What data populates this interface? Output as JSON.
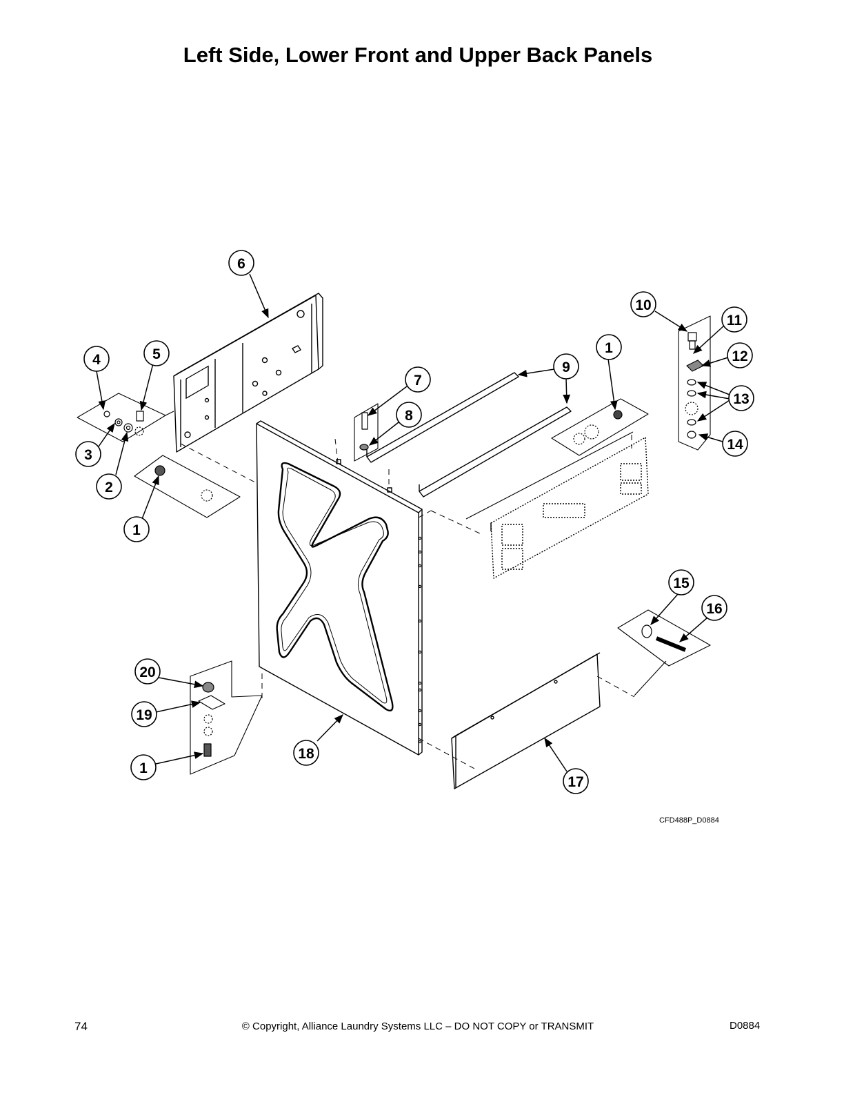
{
  "page": {
    "title": "Left Side, Lower Front and Upper Back Panels",
    "page_number": "74",
    "copyright": "© Copyright, Alliance Laundry Systems LLC – DO NOT COPY or TRANSMIT",
    "doc_code": "D0884"
  },
  "figure": {
    "code": "CFD488P_D0884",
    "callouts": [
      {
        "id": "c6",
        "label": "6"
      },
      {
        "id": "c4",
        "label": "4"
      },
      {
        "id": "c5",
        "label": "5"
      },
      {
        "id": "c3",
        "label": "3"
      },
      {
        "id": "c2",
        "label": "2"
      },
      {
        "id": "c1a",
        "label": "1"
      },
      {
        "id": "c7",
        "label": "7"
      },
      {
        "id": "c8",
        "label": "8"
      },
      {
        "id": "c9",
        "label": "9"
      },
      {
        "id": "c1b",
        "label": "1"
      },
      {
        "id": "c10",
        "label": "10"
      },
      {
        "id": "c11",
        "label": "11"
      },
      {
        "id": "c12",
        "label": "12"
      },
      {
        "id": "c13",
        "label": "13"
      },
      {
        "id": "c14",
        "label": "14"
      },
      {
        "id": "c15",
        "label": "15"
      },
      {
        "id": "c16",
        "label": "16"
      },
      {
        "id": "c20",
        "label": "20"
      },
      {
        "id": "c19",
        "label": "19"
      },
      {
        "id": "c1c",
        "label": "1"
      },
      {
        "id": "c18",
        "label": "18"
      },
      {
        "id": "c17",
        "label": "17"
      }
    ]
  }
}
